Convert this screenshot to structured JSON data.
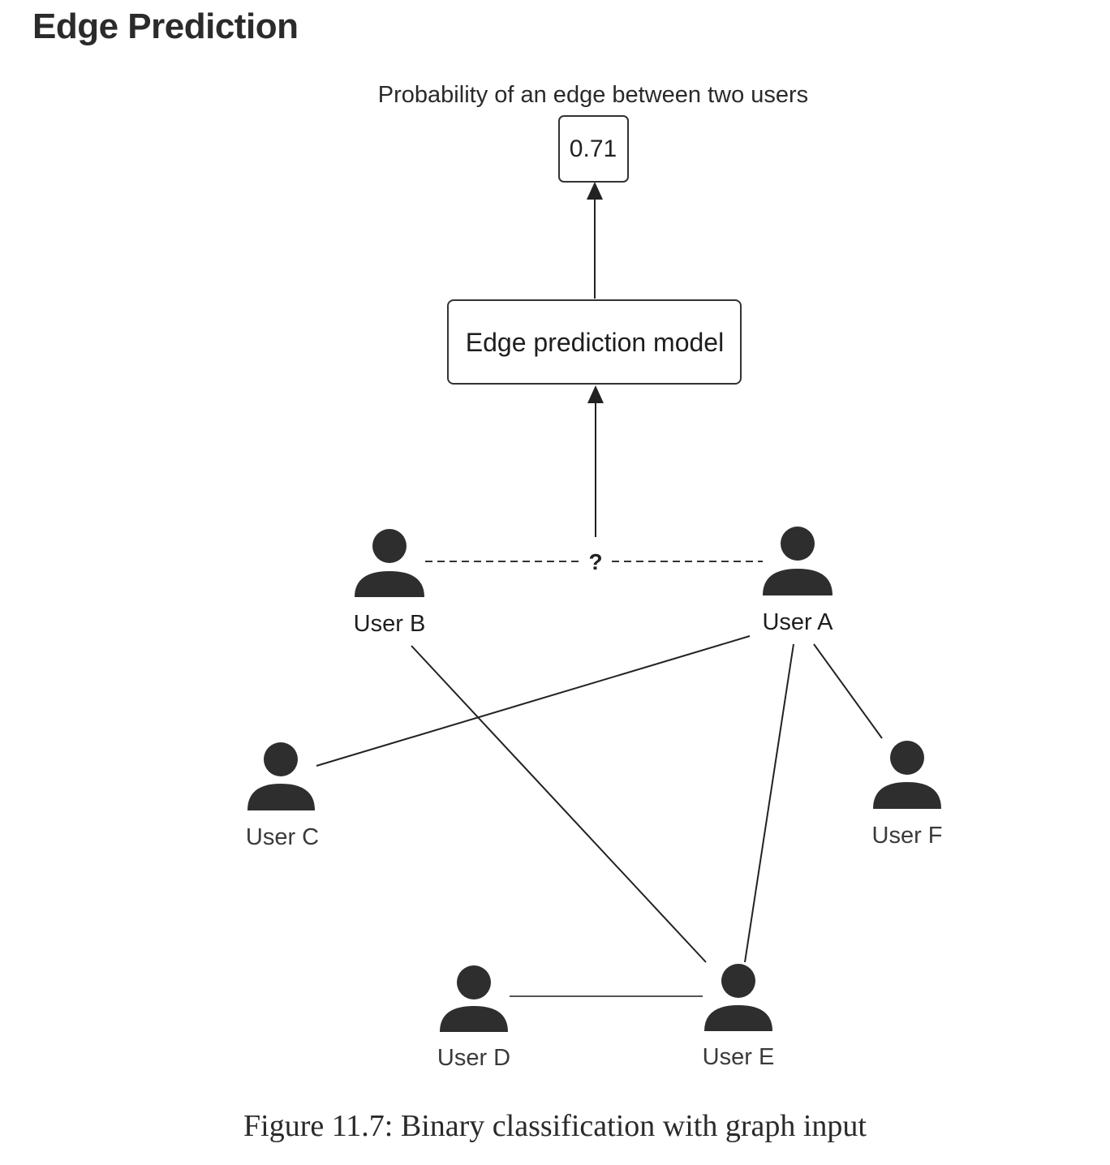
{
  "page": {
    "title": "Edge Prediction"
  },
  "diagram": {
    "output_label": "Probability of an edge between two users",
    "output_value": "0.71",
    "model_label": "Edge prediction model",
    "unknown_edge_label": "?",
    "nodes": [
      {
        "id": "A",
        "label": "User A"
      },
      {
        "id": "B",
        "label": "User B"
      },
      {
        "id": "C",
        "label": "User C"
      },
      {
        "id": "D",
        "label": "User D"
      },
      {
        "id": "E",
        "label": "User E"
      },
      {
        "id": "F",
        "label": "User F"
      }
    ],
    "edges": [
      {
        "from": "A",
        "to": "C"
      },
      {
        "from": "A",
        "to": "E"
      },
      {
        "from": "A",
        "to": "F"
      },
      {
        "from": "B",
        "to": "E"
      },
      {
        "from": "D",
        "to": "E"
      }
    ],
    "predicted_edge": {
      "from": "B",
      "to": "A"
    },
    "colors": {
      "icon": "#2e2e2e",
      "line": "#222222",
      "box_border": "#333333"
    }
  },
  "caption": {
    "text": "Figure 11.7: Binary classification with graph input"
  }
}
